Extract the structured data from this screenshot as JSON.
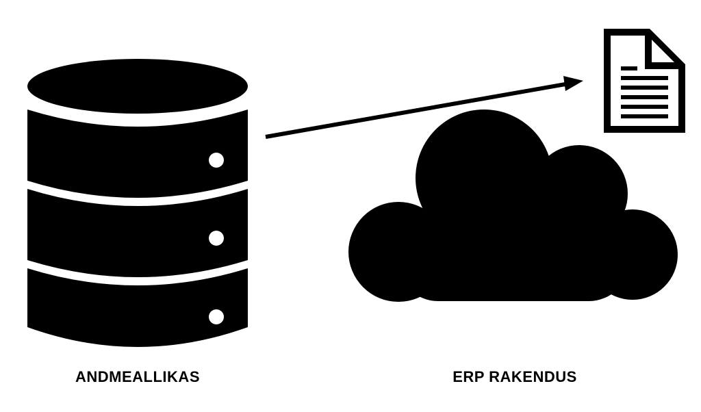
{
  "diagram": {
    "source_label": "ANDMEALLIKAS",
    "target_label": "ERP RAKENDUS",
    "icons": {
      "source": "database-icon",
      "target": "cloud-icon",
      "output": "document-icon",
      "connector": "arrow-right"
    },
    "colors": {
      "foreground": "#000000",
      "background": "#ffffff"
    }
  }
}
